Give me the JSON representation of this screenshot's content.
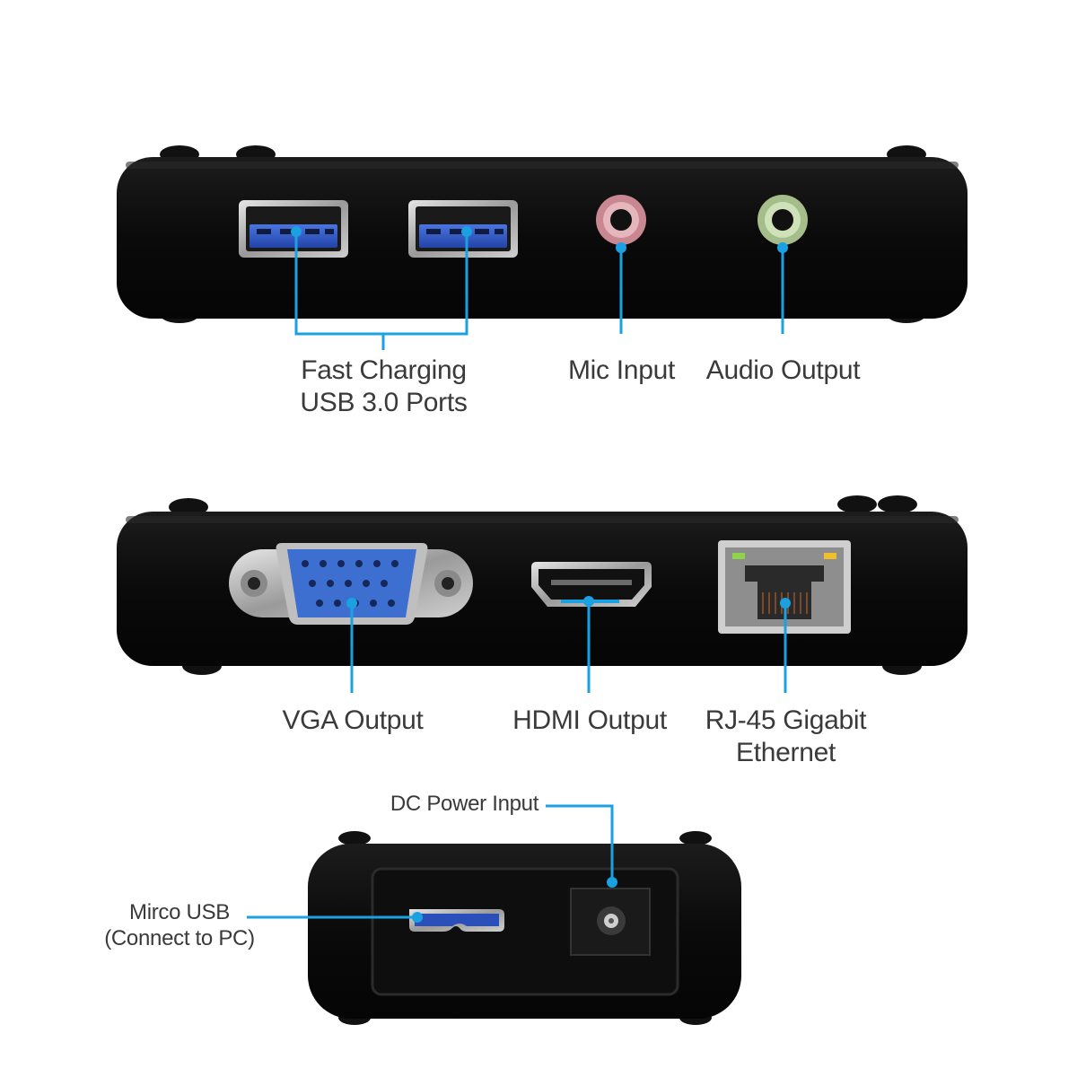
{
  "colors": {
    "device_body": "#0b0b0b",
    "callout_line": "#1ba1e2",
    "label_text": "#3a3a3a",
    "usb_port_blue": "#2a4fb8",
    "mic_jack_pink": "#d8a0a8",
    "audio_jack_green": "#bcd4a4",
    "vga_blue": "#3d6fd1"
  },
  "labels": {
    "usb_ports_line1": "Fast Charging",
    "usb_ports_line2": "USB 3.0 Ports",
    "mic_input": "Mic Input",
    "audio_output": "Audio Output",
    "vga_output": "VGA Output",
    "hdmi_output": "HDMI Output",
    "rj45_line1": "RJ-45 Gigabit",
    "rj45_line2": "Ethernet",
    "dc_power_input": "DC Power Input",
    "micro_usb_line1": "Mirco USB",
    "micro_usb_line2": "(Connect to PC)"
  },
  "icons": {
    "usb_port": "usb-a-port-icon",
    "mic_jack": "mic-jack-icon",
    "audio_jack": "audio-jack-icon",
    "vga_port": "vga-port-icon",
    "hdmi_port": "hdmi-port-icon",
    "ethernet_port": "rj45-port-icon",
    "dc_jack": "dc-jack-icon",
    "micro_usb_port": "micro-usb-port-icon"
  }
}
